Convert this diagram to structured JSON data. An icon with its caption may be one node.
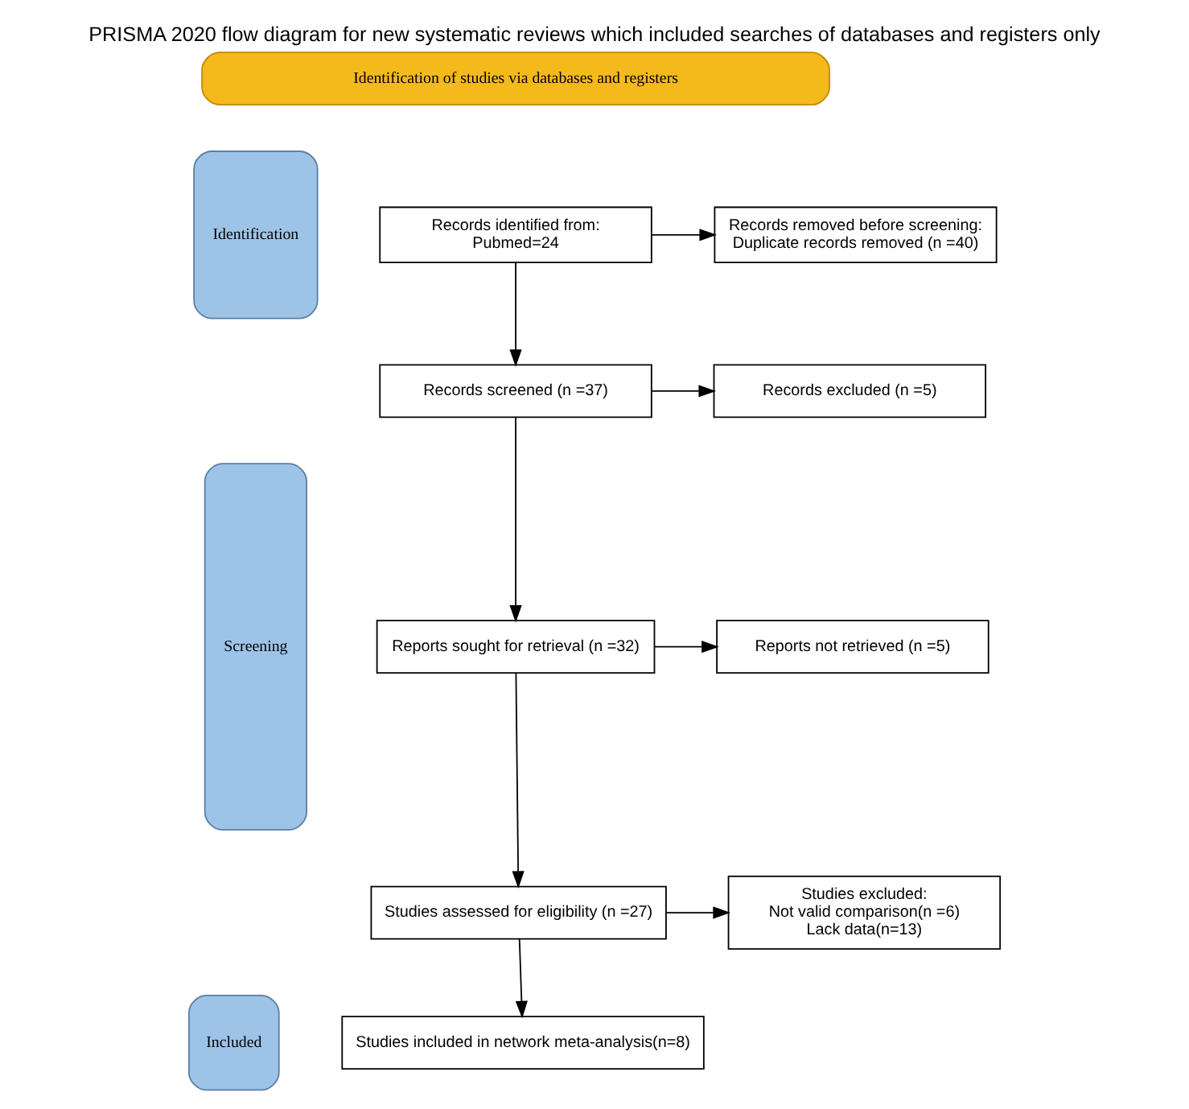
{
  "diagram": {
    "title": "PRISMA 2020 flow diagram for new systematic reviews which included searches of databases and registers only",
    "nodes": [
      {
        "text": [
          "Identification of studies via databases and registers"
        ]
      },
      {
        "text": [
          "Identification"
        ]
      },
      {
        "text": [
          "Records identified from:",
          "Pubmed=24"
        ]
      },
      {
        "text": [
          "Records removed before screening:",
          "Duplicate records removed (n =40)"
        ]
      },
      {
        "text": [
          "Screening"
        ]
      },
      {
        "text": [
          "Records screened (n =37)"
        ]
      },
      {
        "text": [
          "Records excluded (n =5)"
        ]
      },
      {
        "text": [
          "Reports sought for retrieval (n =32)"
        ]
      },
      {
        "text": [
          "Reports not retrieved (n =5)"
        ]
      },
      {
        "text": [
          "Studies assessed for eligibility (n =27)"
        ]
      },
      {
        "text": [
          "Studies excluded:",
          "Not valid comparison(n =6)",
          "Lack data(n=13)"
        ]
      },
      {
        "text": [
          "Included"
        ]
      },
      {
        "text": [
          "Studies included in network meta-analysis(n=8)"
        ]
      }
    ],
    "edges": [
      {
        "from": 2,
        "to": 3,
        "arrow": "to"
      },
      {
        "from": 2,
        "to": 5,
        "arrow": "to"
      },
      {
        "from": 5,
        "to": 6,
        "arrow": "to"
      },
      {
        "from": 5,
        "to": 7,
        "arrow": "to"
      },
      {
        "from": 7,
        "to": 8,
        "arrow": "to"
      },
      {
        "from": 7,
        "to": 9,
        "arrow": "to"
      },
      {
        "from": 9,
        "to": 10,
        "arrow": "to"
      },
      {
        "from": 9,
        "to": 12,
        "arrow": "to"
      }
    ]
  }
}
